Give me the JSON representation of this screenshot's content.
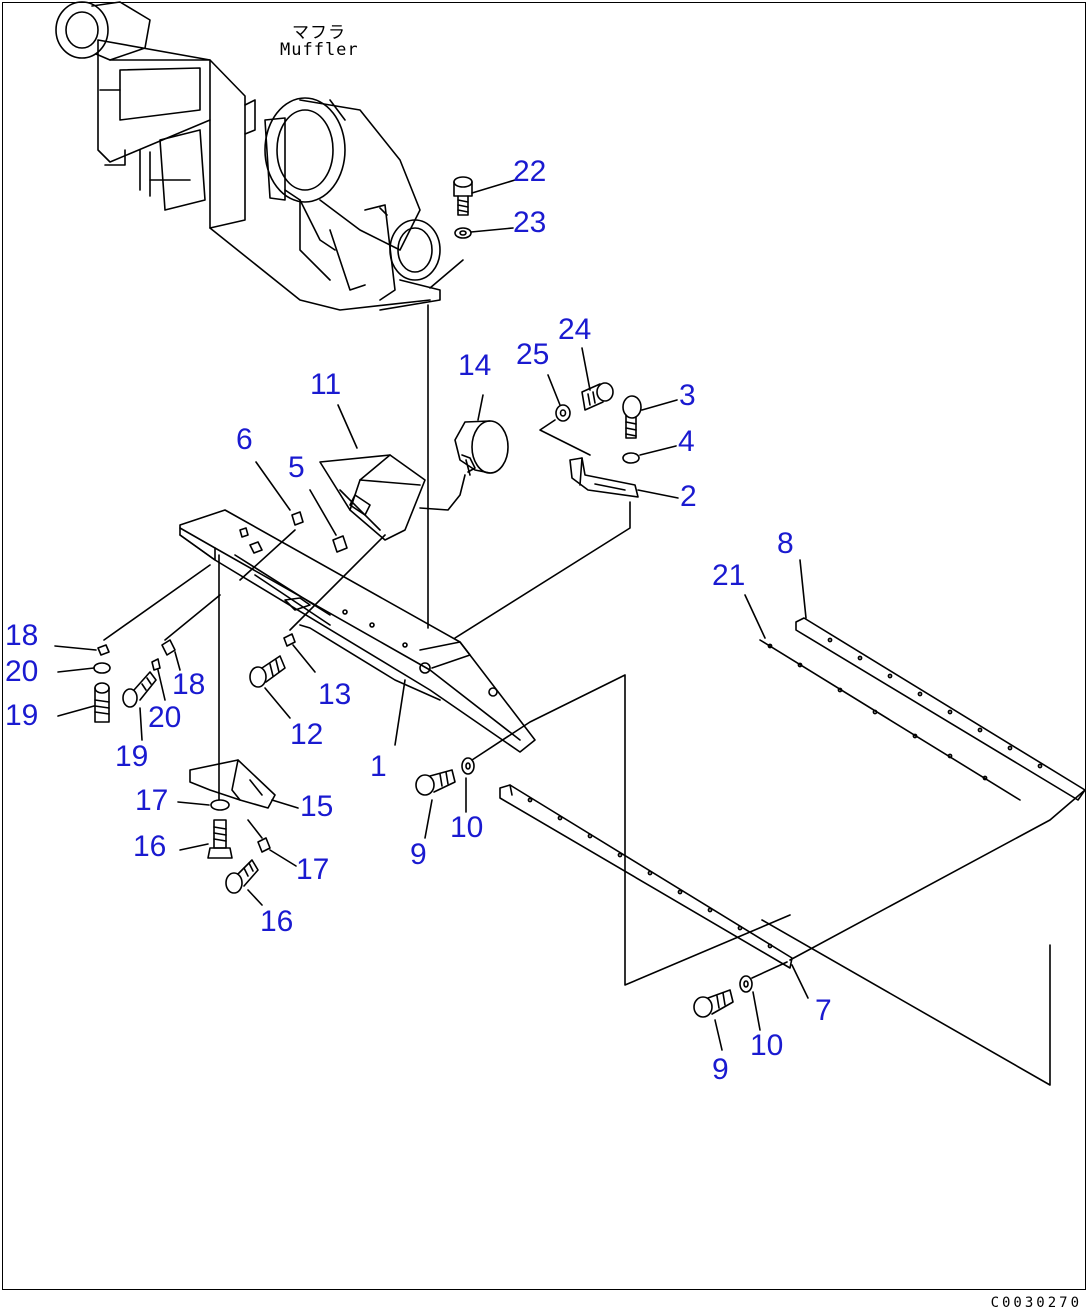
{
  "labels": {
    "muffler_jp": "マフラ",
    "muffler_en": "Muffler",
    "drawing_code": "C0030270"
  },
  "callouts": [
    "22",
    "23",
    "24",
    "25",
    "3",
    "4",
    "2",
    "14",
    "11",
    "6",
    "5",
    "8",
    "21",
    "18",
    "20",
    "19",
    "18",
    "20",
    "19",
    "13",
    "12",
    "1",
    "17",
    "15",
    "16",
    "17",
    "16",
    "9",
    "10",
    "7",
    "10",
    "9"
  ]
}
